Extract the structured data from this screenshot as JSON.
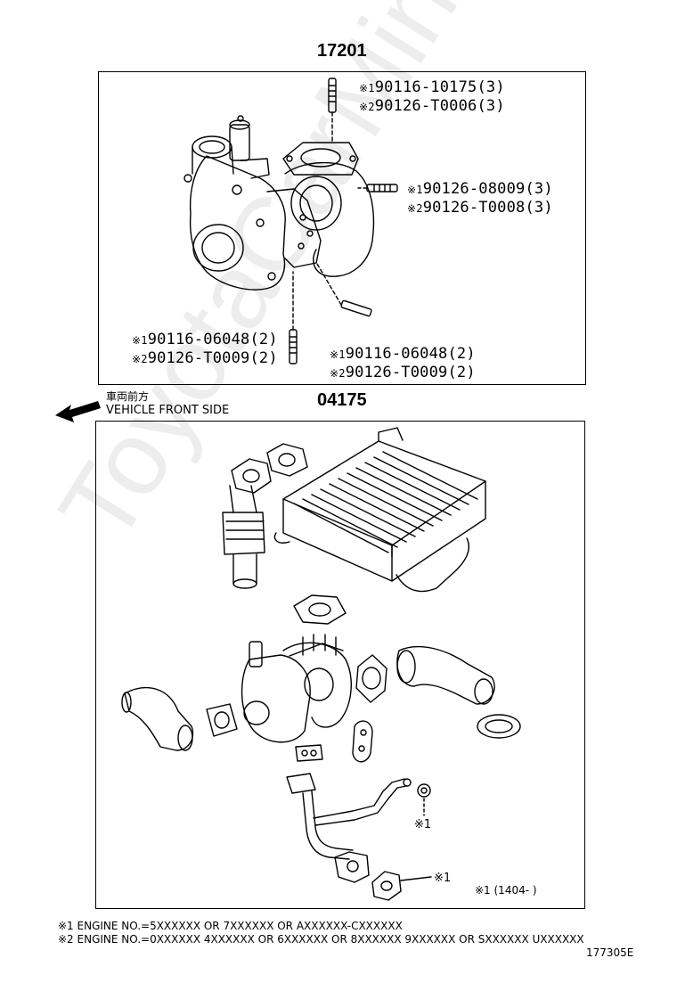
{
  "group_upper": {
    "title": "17201",
    "callouts": {
      "top": {
        "l1_mark": "※1",
        "l1": "90116-10175(3)",
        "l2_mark": "※2",
        "l2": "90126-T0006(3)"
      },
      "right": {
        "l1_mark": "※1",
        "l1": "90126-08009(3)",
        "l2_mark": "※2",
        "l2": "90126-T0008(3)"
      },
      "left": {
        "l1_mark": "※1",
        "l1": "90116-06048(2)",
        "l2_mark": "※2",
        "l2": "90126-T0009(2)"
      },
      "bottom": {
        "l1_mark": "※1",
        "l1": "90116-06048(2)",
        "l2_mark": "※2",
        "l2": "90126-T0009(2)"
      }
    }
  },
  "direction": {
    "jp": "車両前方",
    "en": "VEHICLE FRONT SIDE"
  },
  "group_lower": {
    "title": "04175",
    "mark_a": "※1",
    "mark_b": "※1",
    "date_note": "※1 (1404-      )"
  },
  "footnotes": {
    "n1": "※1 ENGINE NO.=5XXXXXX OR 7XXXXXX OR AXXXXXX-CXXXXXX",
    "n2": "※2 ENGINE NO.=0XXXXXX  4XXXXXX OR 6XXXXXX OR 8XXXXXX  9XXXXXX OR SXXXXXX  UXXXXXX"
  },
  "illustration_id": "177305E",
  "watermark": "ToyotaCarMine.ru"
}
